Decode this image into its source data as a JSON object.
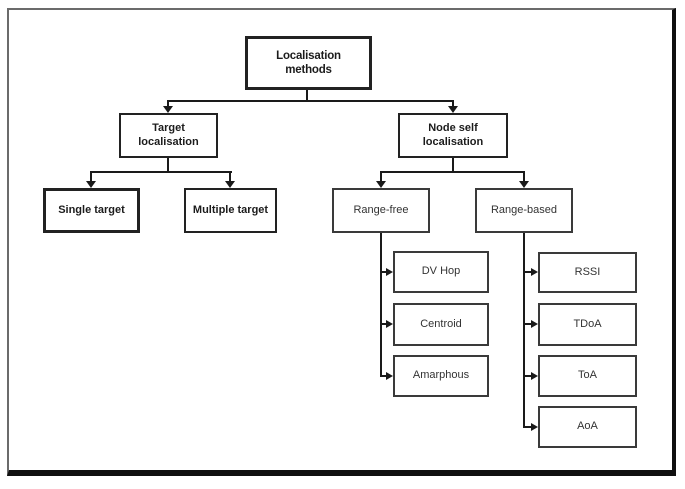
{
  "figure": {
    "type": "flowchart-tree",
    "background": "#ffffff",
    "line_color": "#1a1a1a",
    "box_border_color": "#222222",
    "tree": {
      "root": {
        "label": "Localisation methods",
        "children": [
          {
            "label": "Target localisation",
            "children": [
              {
                "label": "Single target",
                "children": []
              },
              {
                "label": "Multiple target",
                "children": []
              }
            ]
          },
          {
            "label": "Node self localisation",
            "children": [
              {
                "label": "Range-free",
                "children": [
                  {
                    "label": "DV Hop"
                  },
                  {
                    "label": "Centroid"
                  },
                  {
                    "label": "Amarphous"
                  }
                ]
              },
              {
                "label": "Range-based",
                "children": [
                  {
                    "label": "RSSI"
                  },
                  {
                    "label": "TDoA"
                  },
                  {
                    "label": "ToA"
                  },
                  {
                    "label": "AoA"
                  }
                ]
              }
            ]
          }
        ]
      }
    }
  }
}
